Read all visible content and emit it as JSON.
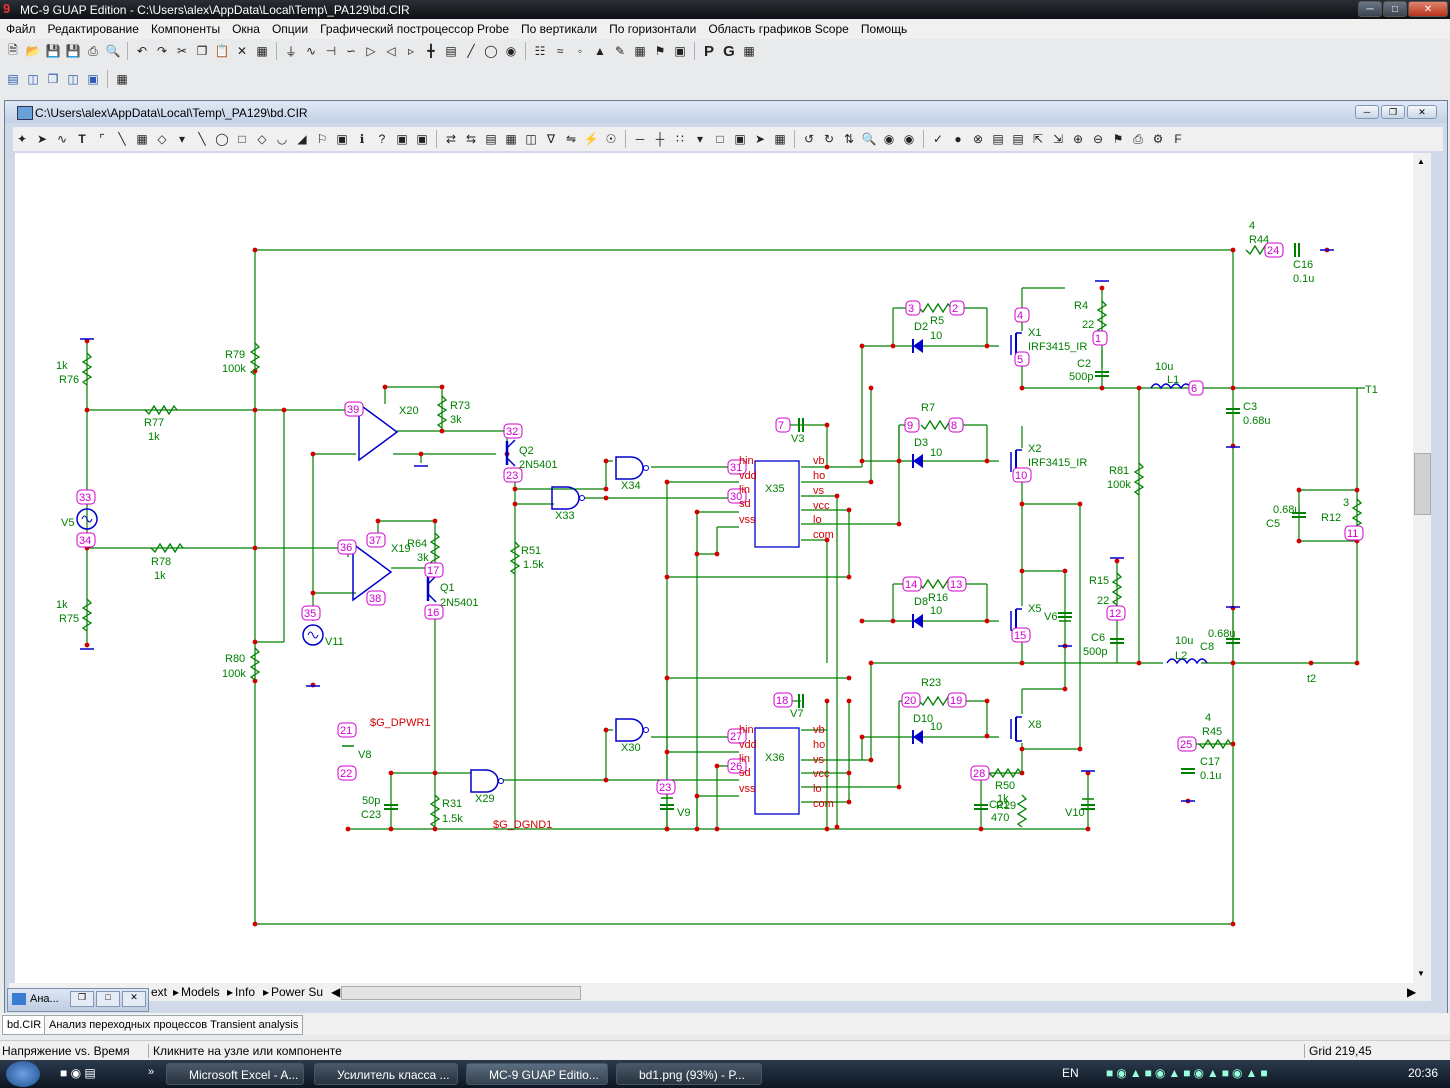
{
  "window": {
    "title": "MC-9 GUAP Edition - C:\\Users\\alex\\AppData\\Local\\Temp\\_PA129\\bd.CIR"
  },
  "menu": [
    "Файл",
    "Редактирование",
    "Компоненты",
    "Окна",
    "Опции",
    "Графический построцессор Probe",
    "По вертикали",
    "По горизонтали",
    "Область графиков Scope",
    "Помощь"
  ],
  "toolbar_text": {
    "p": "P",
    "g": "G"
  },
  "inner": {
    "title": "C:\\Users\\alex\\AppData\\Local\\Temp\\_PA129\\bd.CIR"
  },
  "sheet_tabs": [
    "ext",
    "Models",
    "Info",
    "Power Su"
  ],
  "minimized": {
    "label": "Ана..."
  },
  "doc_tabs": [
    "bd.CIR",
    "Анализ переходных процессов Transient analysis"
  ],
  "status": {
    "left": "Напряжение vs. Время",
    "middle": "Кликните на узле или компоненте",
    "right": "Grid 219,45"
  },
  "taskbar": {
    "items": [
      "Microsoft Excel - A...",
      "Усилитель класса ...",
      "MC-9 GUAP Editio...",
      "bd1.png (93%) - P..."
    ],
    "lang": "EN",
    "clock": "20:36"
  },
  "schematic": {
    "labels": [
      {
        "t": "4",
        "c": "g"
      },
      {
        "t": "R44",
        "c": "g"
      },
      {
        "t": "24",
        "c": "n"
      },
      {
        "t": "C16",
        "c": "g"
      },
      {
        "t": "0.1u",
        "c": "g"
      },
      {
        "t": "R4",
        "c": "g"
      },
      {
        "t": "22",
        "c": "g"
      },
      {
        "t": "1",
        "c": "n"
      },
      {
        "t": "C2",
        "c": "g"
      },
      {
        "t": "500p",
        "c": "g"
      },
      {
        "t": "3",
        "c": "n"
      },
      {
        "t": "R5",
        "c": "g"
      },
      {
        "t": "2",
        "c": "n"
      },
      {
        "t": "D2",
        "c": "g"
      },
      {
        "t": "10",
        "c": "g"
      },
      {
        "t": "4",
        "c": "n"
      },
      {
        "t": "X1",
        "c": "g"
      },
      {
        "t": "IRF3415_IR",
        "c": "g"
      },
      {
        "t": "5",
        "c": "n"
      },
      {
        "t": "10u",
        "c": "g"
      },
      {
        "t": "L1",
        "c": "g"
      },
      {
        "t": "6",
        "c": "n"
      },
      {
        "t": "T1",
        "c": "g"
      },
      {
        "t": "C3",
        "c": "g"
      },
      {
        "t": "0.68u",
        "c": "g"
      },
      {
        "t": "R7",
        "c": "g"
      },
      {
        "t": "9",
        "c": "n"
      },
      {
        "t": "8",
        "c": "n"
      },
      {
        "t": "D3",
        "c": "g"
      },
      {
        "t": "10",
        "c": "g"
      },
      {
        "t": "X2",
        "c": "g"
      },
      {
        "t": "IRF3415_IR",
        "c": "g"
      },
      {
        "t": "10",
        "c": "n"
      },
      {
        "t": "7",
        "c": "n"
      },
      {
        "t": "V3",
        "c": "g"
      },
      {
        "t": "R81",
        "c": "g"
      },
      {
        "t": "100k",
        "c": "g"
      },
      {
        "t": "3",
        "c": "g"
      },
      {
        "t": "R12",
        "c": "g"
      },
      {
        "t": "11",
        "c": "n"
      },
      {
        "t": "0.68u",
        "c": "g"
      },
      {
        "t": "C5",
        "c": "g"
      },
      {
        "t": "R79",
        "c": "g"
      },
      {
        "t": "100k",
        "c": "g"
      },
      {
        "t": "1k",
        "c": "g"
      },
      {
        "t": "R76",
        "c": "g"
      },
      {
        "t": "R77",
        "c": "g"
      },
      {
        "t": "1k",
        "c": "g"
      },
      {
        "t": "39",
        "c": "n"
      },
      {
        "t": "X20",
        "c": "g"
      },
      {
        "t": "R73",
        "c": "g"
      },
      {
        "t": "3k",
        "c": "g"
      },
      {
        "t": "32",
        "c": "n"
      },
      {
        "t": "Q2",
        "c": "g"
      },
      {
        "t": "2N5401",
        "c": "g"
      },
      {
        "t": "23",
        "c": "n"
      },
      {
        "t": "33",
        "c": "n"
      },
      {
        "t": "V5",
        "c": "g"
      },
      {
        "t": "34",
        "c": "n"
      },
      {
        "t": "R78",
        "c": "g"
      },
      {
        "t": "1k",
        "c": "g"
      },
      {
        "t": "36",
        "c": "n"
      },
      {
        "t": "37",
        "c": "n"
      },
      {
        "t": "X19",
        "c": "g"
      },
      {
        "t": "R64",
        "c": "g"
      },
      {
        "t": "3k",
        "c": "g"
      },
      {
        "t": "17",
        "c": "n"
      },
      {
        "t": "Q1",
        "c": "g"
      },
      {
        "t": "2N5401",
        "c": "g"
      },
      {
        "t": "38",
        "c": "n"
      },
      {
        "t": "16",
        "c": "n"
      },
      {
        "t": "1k",
        "c": "g"
      },
      {
        "t": "R75",
        "c": "g"
      },
      {
        "t": "35",
        "c": "n"
      },
      {
        "t": "V11",
        "c": "g"
      },
      {
        "t": "R80",
        "c": "g"
      },
      {
        "t": "100k",
        "c": "g"
      },
      {
        "t": "X34",
        "c": "g"
      },
      {
        "t": "X33",
        "c": "g"
      },
      {
        "t": "R51",
        "c": "g"
      },
      {
        "t": "1.5k",
        "c": "g"
      },
      {
        "t": "31",
        "c": "n"
      },
      {
        "t": "30",
        "c": "n"
      },
      {
        "t": "X35",
        "c": "g"
      },
      {
        "t": "hin",
        "c": "r"
      },
      {
        "t": "vdd",
        "c": "r"
      },
      {
        "t": "lin",
        "c": "r"
      },
      {
        "t": "sd",
        "c": "r"
      },
      {
        "t": "vss",
        "c": "r"
      },
      {
        "t": "vb",
        "c": "r"
      },
      {
        "t": "ho",
        "c": "r"
      },
      {
        "t": "vs",
        "c": "r"
      },
      {
        "t": "vcc",
        "c": "r"
      },
      {
        "t": "lo",
        "c": "r"
      },
      {
        "t": "com",
        "c": "r"
      },
      {
        "t": "R15",
        "c": "g"
      },
      {
        "t": "22",
        "c": "g"
      },
      {
        "t": "12",
        "c": "n"
      },
      {
        "t": "C6",
        "c": "g"
      },
      {
        "t": "500p",
        "c": "g"
      },
      {
        "t": "14",
        "c": "n"
      },
      {
        "t": "R16",
        "c": "g"
      },
      {
        "t": "13",
        "c": "n"
      },
      {
        "t": "D8",
        "c": "g"
      },
      {
        "t": "10",
        "c": "g"
      },
      {
        "t": "X5",
        "c": "g"
      },
      {
        "t": "V6",
        "c": "g"
      },
      {
        "t": "15",
        "c": "n"
      },
      {
        "t": "10u",
        "c": "g"
      },
      {
        "t": "L2",
        "c": "g"
      },
      {
        "t": "0.68u",
        "c": "g"
      },
      {
        "t": "C8",
        "c": "g"
      },
      {
        "t": "t2",
        "c": "g"
      },
      {
        "t": "R23",
        "c": "g"
      },
      {
        "t": "20",
        "c": "n"
      },
      {
        "t": "19",
        "c": "n"
      },
      {
        "t": "18",
        "c": "n"
      },
      {
        "t": "V7",
        "c": "g"
      },
      {
        "t": "D10",
        "c": "g"
      },
      {
        "t": "10",
        "c": "g"
      },
      {
        "t": "X8",
        "c": "g"
      },
      {
        "t": "4",
        "c": "g"
      },
      {
        "t": "R45",
        "c": "g"
      },
      {
        "t": "25",
        "c": "n"
      },
      {
        "t": "C17",
        "c": "g"
      },
      {
        "t": "0.1u",
        "c": "g"
      },
      {
        "t": "21",
        "c": "n"
      },
      {
        "t": "$G_DPWR1",
        "c": "r"
      },
      {
        "t": "V8",
        "c": "g"
      },
      {
        "t": "22",
        "c": "n"
      },
      {
        "t": "X30",
        "c": "g"
      },
      {
        "t": "27",
        "c": "n"
      },
      {
        "t": "26",
        "c": "n"
      },
      {
        "t": "X36",
        "c": "g"
      },
      {
        "t": "hin",
        "c": "r"
      },
      {
        "t": "vdd",
        "c": "r"
      },
      {
        "t": "lin",
        "c": "r"
      },
      {
        "t": "sd",
        "c": "r"
      },
      {
        "t": "vss",
        "c": "r"
      },
      {
        "t": "vb",
        "c": "r"
      },
      {
        "t": "ho",
        "c": "r"
      },
      {
        "t": "vs",
        "c": "r"
      },
      {
        "t": "vcc",
        "c": "r"
      },
      {
        "t": "lo",
        "c": "r"
      },
      {
        "t": "com",
        "c": "r"
      },
      {
        "t": "X29",
        "c": "g"
      },
      {
        "t": "50p",
        "c": "g"
      },
      {
        "t": "C23",
        "c": "g"
      },
      {
        "t": "R31",
        "c": "g"
      },
      {
        "t": "1.5k",
        "c": "g"
      },
      {
        "t": "$G_DGND1",
        "c": "r"
      },
      {
        "t": "23",
        "c": "n"
      },
      {
        "t": "V9",
        "c": "g"
      },
      {
        "t": "28",
        "c": "n"
      },
      {
        "t": "R50",
        "c": "g"
      },
      {
        "t": "1k",
        "c": "g"
      },
      {
        "t": "C21",
        "c": "g"
      },
      {
        "t": "R29",
        "c": "g"
      },
      {
        "t": "470",
        "c": "g"
      },
      {
        "t": "V10",
        "c": "g"
      }
    ]
  }
}
